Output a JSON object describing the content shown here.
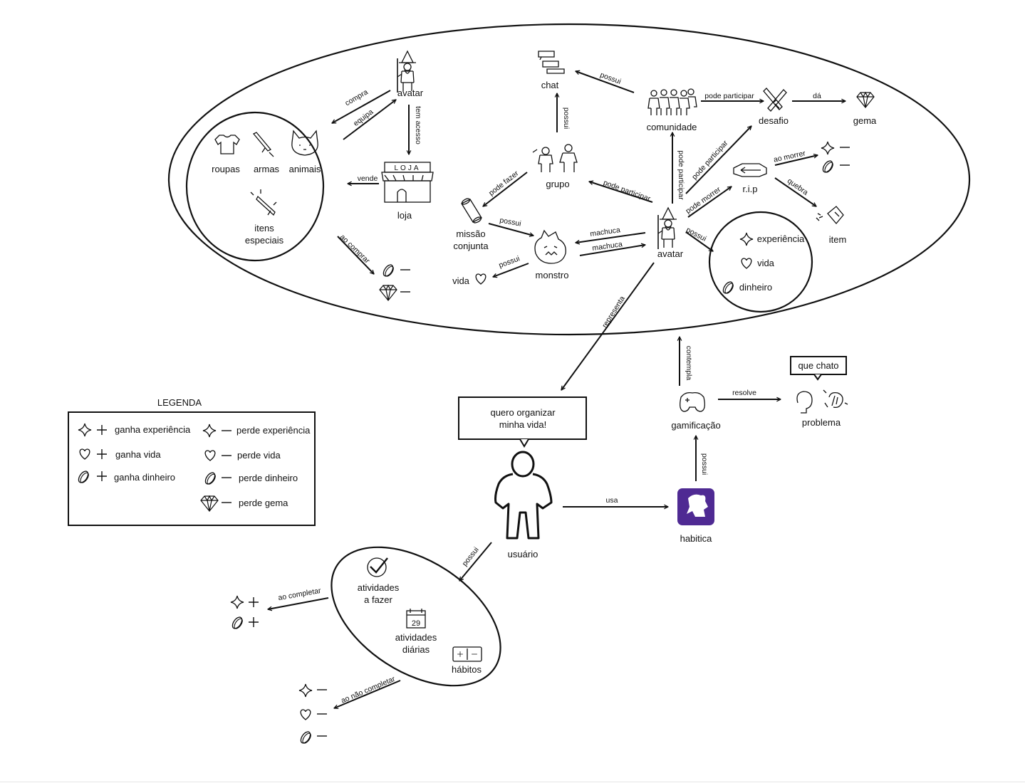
{
  "nodes": {
    "avatar_top": "avatar",
    "roupas": "roupas",
    "armas": "armas",
    "animais": "animais",
    "itens_1": "itens",
    "itens_2": "especiais",
    "loja": "loja",
    "loja_sign": "LOJA",
    "chat": "chat",
    "grupo": "grupo",
    "missao_1": "missão",
    "missao_2": "conjunta",
    "monstro": "monstro",
    "vida_monstro": "vida",
    "comunidade": "comunidade",
    "desafio": "desafio",
    "gema": "gema",
    "rip": "r.i.p",
    "item": "item",
    "avatar_main": "avatar",
    "experiencia": "experiência",
    "vida": "vida",
    "dinheiro": "dinheiro",
    "gamificacao": "gamificação",
    "problema": "problema",
    "habitica": "habitica",
    "usuario": "usuário",
    "atividades_fazer_1": "atividades",
    "atividades_fazer_2": "a fazer",
    "atividades_diarias_1": "atividades",
    "atividades_diarias_2": "diárias",
    "habitos": "hábitos",
    "calendar_day": "29"
  },
  "speech": {
    "usuario_1": "quero organizar",
    "usuario_2": "minha vida!",
    "problema": "que chato"
  },
  "edges": {
    "compra": "compra",
    "equipa": "equipa",
    "tem_acesso": "tem acesso",
    "vende": "vende",
    "ao_comprar": "ao comprar",
    "possui_chat": "possui",
    "possui_comunidade_chat": "possui",
    "pode_participar_desafio": "pode participar",
    "da": "dá",
    "pode_fazer": "pode fazer",
    "possui_missao": "possui",
    "possui_vida": "possui",
    "machuca_1": "machuca",
    "machuca_2": "machuca",
    "pode_participar_grupo": "pode participar",
    "pode_participar_comunidade": "pode participar",
    "pode_participar_desafio2": "pode participar",
    "pode_morrer": "pode morrer",
    "ao_morrer": "ao morrer",
    "quebra": "quebra",
    "possui_stats": "possui",
    "representa": "representa",
    "contempla": "contempla",
    "resolve": "resolve",
    "possui_gamificacao": "possui",
    "usa": "usa",
    "possui_atividades": "possui",
    "ao_completar": "ao completar",
    "ao_nao_completar": "ao não completar"
  },
  "legend": {
    "title": "LEGENDA",
    "items": [
      "ganha experiência",
      "ganha vida",
      "ganha dinheiro",
      "perde experiência",
      "perde vida",
      "perde dinheiro",
      "perde gema"
    ]
  },
  "icons": [
    "sparkle-icon",
    "heart-icon",
    "coin-icon",
    "gem-icon",
    "plus-icon",
    "minus-icon",
    "wizard-icon",
    "shirt-icon",
    "sword-icon",
    "cat-icon",
    "shop-icon",
    "chat-icon",
    "people-icon",
    "scroll-icon",
    "monster-icon",
    "crowd-icon",
    "swords-icon",
    "coffin-icon",
    "potion-icon",
    "gamepad-icon",
    "problem-icon",
    "habitica-logo-icon",
    "person-icon",
    "check-icon",
    "calendar-icon",
    "habit-buttons-icon"
  ],
  "colors": {
    "habitica_purple": "#4f2a93",
    "stroke": "#111111"
  }
}
